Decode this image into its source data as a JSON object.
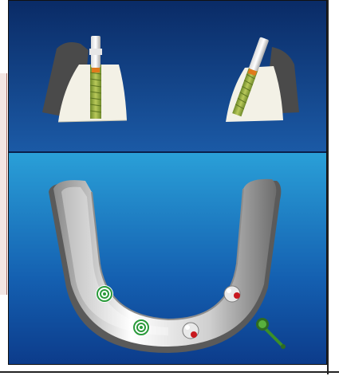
{
  "scene": {
    "top_panel": {
      "views": [
        "implant-section-straight",
        "implant-section-tilted"
      ]
    },
    "bottom_panel": {
      "arch": "u-shaped-jaw-model",
      "markers": [
        {
          "kind": "target",
          "color": "#2a9a3a"
        },
        {
          "kind": "target",
          "color": "#2a9a3a"
        },
        {
          "kind": "implant-site",
          "color": "#c8191f"
        },
        {
          "kind": "implant-site",
          "color": "#c8191f"
        }
      ],
      "tool": "implant-driver-icon"
    },
    "colors": {
      "top_gradient_top": "#0a2b66",
      "top_gradient_bottom": "#1b5aa6",
      "bottom_gradient_top": "#2aa0d8",
      "bottom_gradient_bottom": "#0c3b8a",
      "bone": "#f3f1e6",
      "gum": "#5b5b5b",
      "implant": "#8aa83a",
      "accent_red": "#c8191f",
      "accent_green": "#2a9a3a"
    }
  }
}
